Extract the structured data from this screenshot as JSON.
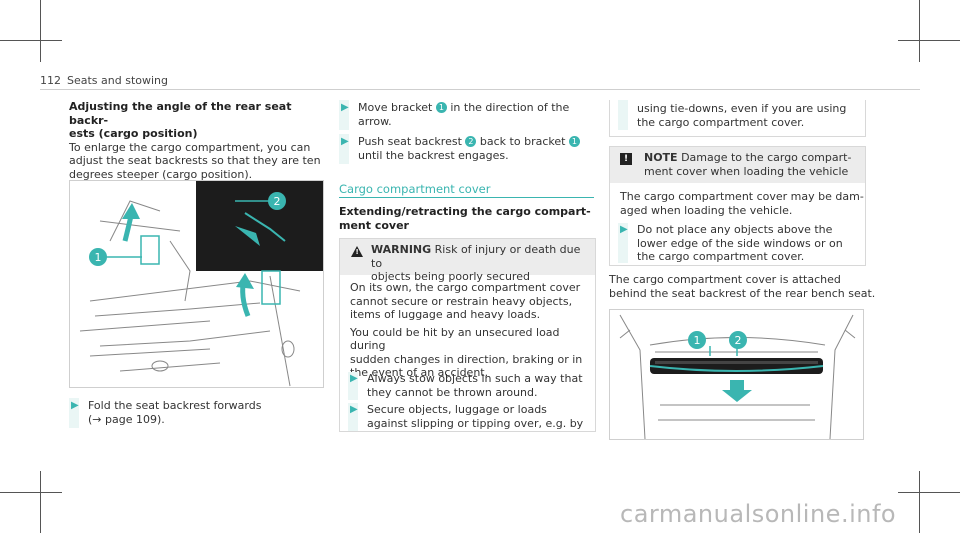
{
  "header": {
    "page_number": "112",
    "section": "Seats and stowing"
  },
  "col1": {
    "heading_line1": "Adjusting the angle of the rear seat backr-",
    "heading_line2": "ests (cargo position)",
    "intro_lines": [
      "To enlarge the cargo compartment, you can",
      "adjust the seat backrests so that they are ten",
      "degrees steeper (cargo position)."
    ],
    "figure_callouts": [
      "1",
      "2"
    ],
    "step1_line1": "Fold the seat backrest forwards",
    "step1_line2": "(→ page 109)."
  },
  "col2": {
    "step2_a": "Move bracket",
    "step2_b": "in the direction of the",
    "step2_line2": "arrow.",
    "step3_a": "Push seat backrest",
    "step3_b": "back to bracket",
    "step3_line2": "until the backrest engages.",
    "section_title": "Cargo compartment cover",
    "sub_heading_line1": "Extending/retracting the cargo compart-",
    "sub_heading_line2": "ment cover",
    "warning": {
      "label": "WARNING",
      "title_line1": "Risk of injury or death due to",
      "title_line2": "objects being poorly secured",
      "body1": [
        "On its own, the cargo compartment cover",
        "cannot secure or restrain heavy objects,",
        "items of luggage and heavy loads."
      ],
      "body2": [
        "You could be hit by an unsecured load during",
        "sudden changes in direction, braking or in",
        "the event of an accident."
      ],
      "bullet1": [
        "Always stow objects in such a way that",
        "they cannot be thrown around."
      ],
      "bullet2": [
        "Secure objects, luggage or loads",
        "against slipping or tipping over, e.g. by"
      ]
    }
  },
  "col3": {
    "cont_lines": [
      "using tie-downs, even if you are using",
      "the cargo compartment cover."
    ],
    "note": {
      "label": "NOTE",
      "title_line1": "Damage to the cargo compart-",
      "title_line2": "ment cover when loading the vehicle",
      "body": [
        "The cargo compartment cover may be dam-",
        "aged when loading the vehicle."
      ],
      "bullet": [
        "Do not place any objects above the",
        "lower edge of the side windows or on",
        "the cargo compartment cover."
      ]
    },
    "para": [
      "The cargo compartment cover is attached",
      "behind the seat backrest of the rear bench seat."
    ],
    "figure_callouts": [
      "1",
      "2"
    ]
  },
  "footer": {
    "watermark": "carmanualsonline.info"
  },
  "colors": {
    "accent": "#3ab5b0",
    "dark": "#222222"
  }
}
